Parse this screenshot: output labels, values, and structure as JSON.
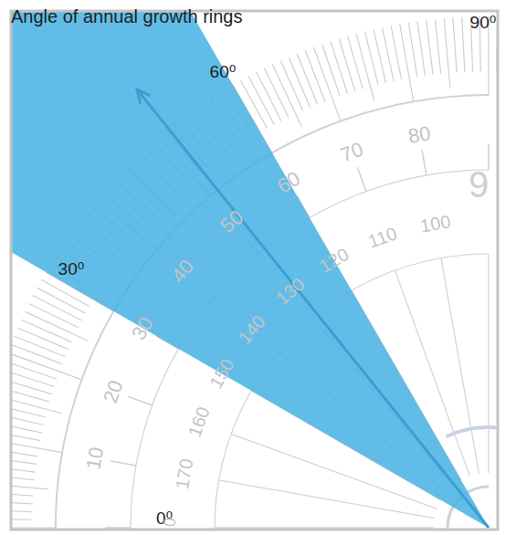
{
  "diagram": {
    "title": "Angle of annual growth rings",
    "labels": [
      "90⁰",
      "60⁰",
      "30⁰",
      "0⁰",
      "10",
      "20",
      "30",
      "40",
      "50",
      "60",
      "70",
      "80",
      "9",
      "100",
      "110",
      "120",
      "130",
      "140",
      "150",
      "160",
      "170",
      "0"
    ]
  }
}
